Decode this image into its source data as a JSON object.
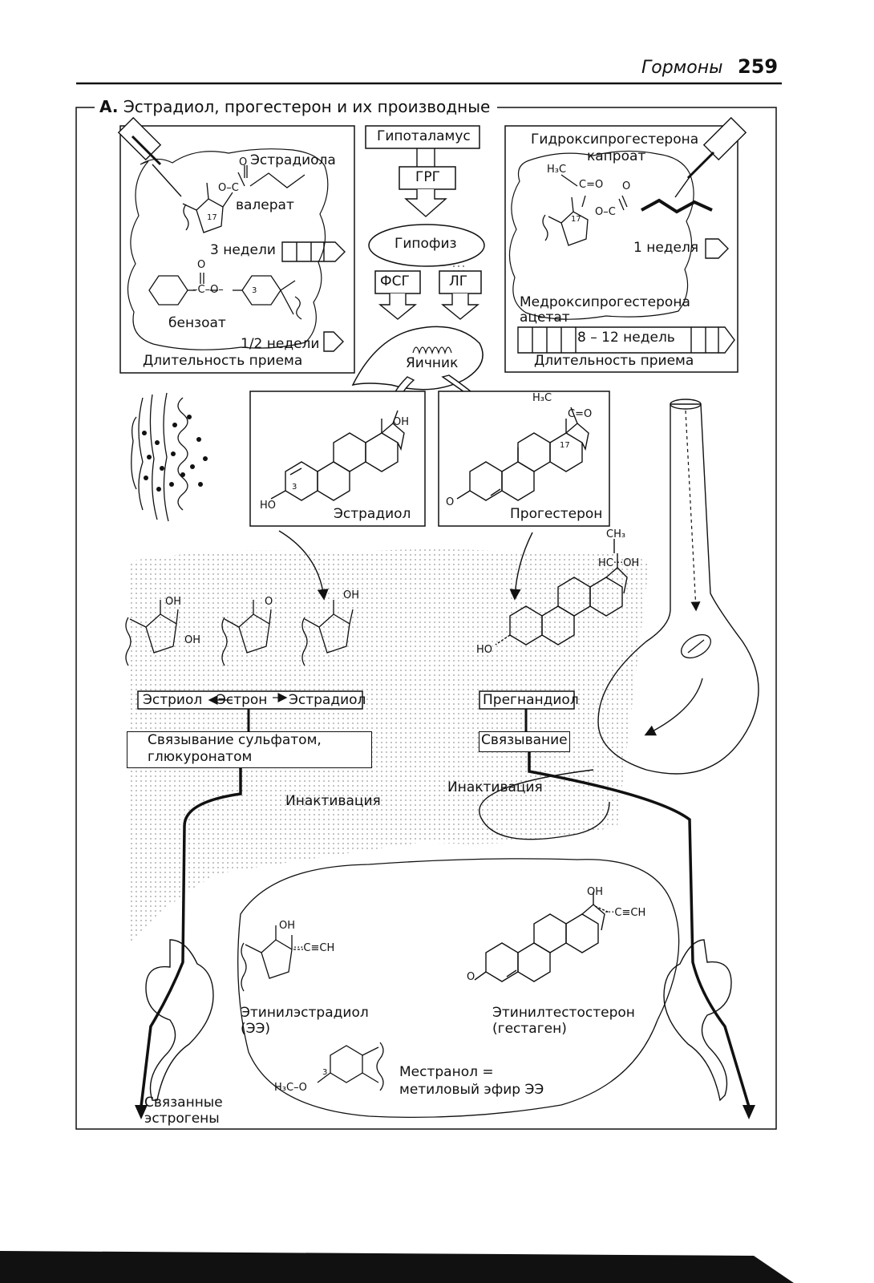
{
  "header": {
    "title": "Гормоны",
    "page": "259"
  },
  "section": {
    "letter": "A.",
    "title": "Эстрадиол, прогестерон и их производные"
  },
  "axis": {
    "hypothalamus": "Гипоталамус",
    "grg": "ГРГ",
    "pituitary": "Гипофиз",
    "fsg": "ФСГ",
    "lg": "ЛГ",
    "ovary": "Яичник"
  },
  "left_panel": {
    "valerate_line1": "Эстрадиола",
    "valerate_line2": "валерат",
    "three_weeks": "3 недели",
    "benzoate": "бензоат",
    "half_week": "1/2 недели",
    "duration": "Длительность приема"
  },
  "right_panel": {
    "hydroxy_line1": "Гидроксипрогестерона",
    "hydroxy_line2": "капроат",
    "one_week": "1 неделя",
    "medroxy_line1": "Медроксипрогестерона",
    "medroxy_line2": "ацетат",
    "eight_twelve": "8 – 12 недель",
    "duration": "Длительность приема"
  },
  "structures": {
    "estradiol": "Эстрадиол",
    "progesterone": "Прогестерон"
  },
  "metabolism": {
    "estriol": "Эстриол",
    "estrone": "Эстрон",
    "estradiol": "Эстрадиол",
    "pregnanediol": "Прегнандиол",
    "binding_estrogen_l1": "Связывание сульфатом,",
    "binding_estrogen_l2": "глюкуронатом",
    "binding_prog": "Связывание",
    "inactivation_left": "Инактивация",
    "inactivation_right": "Инактивация",
    "bound_estrogens_l1": "Связанные",
    "bound_estrogens_l2": "эстрогены"
  },
  "synthetics": {
    "ethinylestradiol_l1": "Этинилэстрадиол",
    "ethinylestradiol_l2": "(ЭЭ)",
    "ethinyltestosterone_l1": "Этинилтестостерон",
    "ethinyltestosterone_l2": "(гестаген)",
    "mestranol_l1": "Местранол =",
    "mestranol_l2": "метиловый эфир ЭЭ"
  },
  "chem_labels": {
    "O": "O",
    "OH": "OH",
    "HO": "HO",
    "C": "C",
    "H3C": "H₃C",
    "CH3": "CH₃",
    "HC_OH": "HC···OH",
    "C_eq_O": "C=O",
    "O_C": "O–C",
    "C_O": "–C–O–",
    "ethynyl": "···C≡CH",
    "H3C_O": "H₃C–O",
    "n17": "17",
    "n3": "3"
  }
}
